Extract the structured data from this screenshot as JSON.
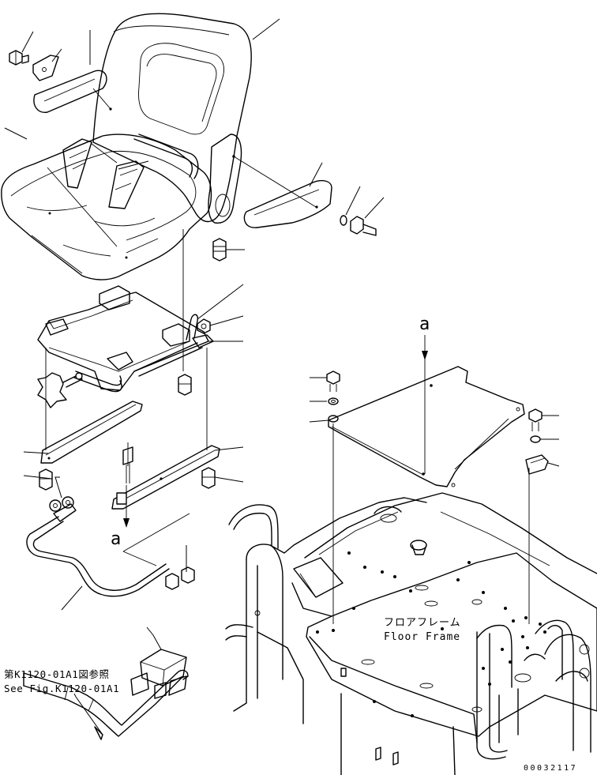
{
  "labels": {
    "ref_arrow_top": "a",
    "ref_arrow_bottom": "a",
    "floor_frame_jp": "フロアフレーム",
    "floor_frame_en": "Floor Frame",
    "see_fig_jp": "第K1120-01A1図参照",
    "see_fig_en": "See Fig.K1120-01A1",
    "drawing_code": "00032117"
  },
  "icons": {
    "seat": "operator-seat",
    "armrest": "armrest",
    "bolt": "hex-bolt",
    "washer": "washer",
    "nut": "hex-nut",
    "knob": "star-knob",
    "rail": "slide-rail",
    "plate": "mounting-plate",
    "lever": "adjust-lever",
    "floor": "floor-frame",
    "harness": "wire-harness",
    "connector": "connector"
  }
}
